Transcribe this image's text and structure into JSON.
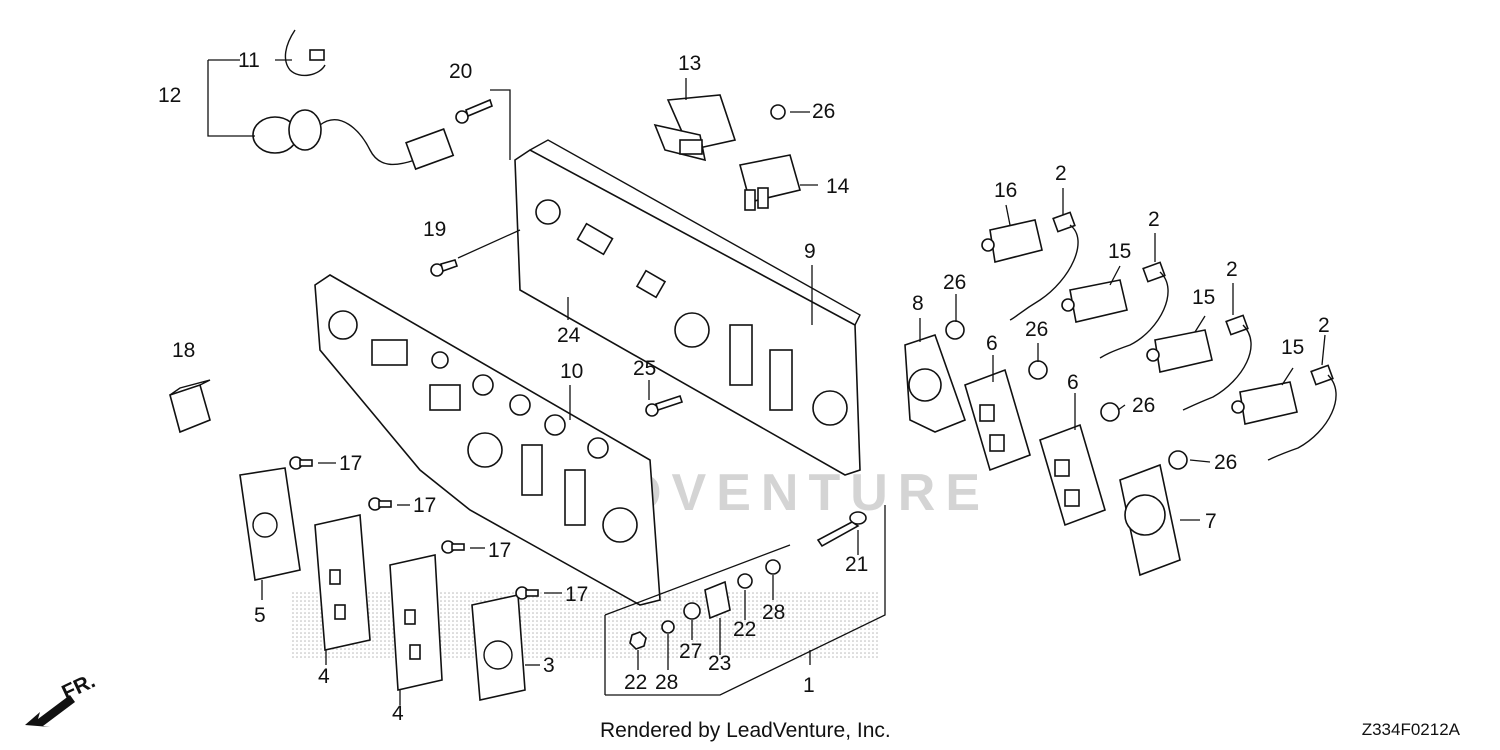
{
  "diagram": {
    "callouts": [
      {
        "id": "11",
        "label": "11"
      },
      {
        "id": "12",
        "label": "12"
      },
      {
        "id": "20",
        "label": "20"
      },
      {
        "id": "13",
        "label": "13"
      },
      {
        "id": "26a",
        "label": "26"
      },
      {
        "id": "14",
        "label": "14"
      },
      {
        "id": "19",
        "label": "19"
      },
      {
        "id": "16",
        "label": "16"
      },
      {
        "id": "2a",
        "label": "2"
      },
      {
        "id": "2b",
        "label": "2"
      },
      {
        "id": "2c",
        "label": "2"
      },
      {
        "id": "2d",
        "label": "2"
      },
      {
        "id": "15a",
        "label": "15"
      },
      {
        "id": "15b",
        "label": "15"
      },
      {
        "id": "15c",
        "label": "15"
      },
      {
        "id": "9",
        "label": "9"
      },
      {
        "id": "8",
        "label": "8"
      },
      {
        "id": "26b",
        "label": "26"
      },
      {
        "id": "26c",
        "label": "26"
      },
      {
        "id": "26d",
        "label": "26"
      },
      {
        "id": "26e",
        "label": "26"
      },
      {
        "id": "6a",
        "label": "6"
      },
      {
        "id": "6b",
        "label": "6"
      },
      {
        "id": "24",
        "label": "24"
      },
      {
        "id": "18",
        "label": "18"
      },
      {
        "id": "10",
        "label": "10"
      },
      {
        "id": "25",
        "label": "25"
      },
      {
        "id": "17a",
        "label": "17"
      },
      {
        "id": "17b",
        "label": "17"
      },
      {
        "id": "17c",
        "label": "17"
      },
      {
        "id": "17d",
        "label": "17"
      },
      {
        "id": "7",
        "label": "7"
      },
      {
        "id": "21",
        "label": "21"
      },
      {
        "id": "5",
        "label": "5"
      },
      {
        "id": "4a",
        "label": "4"
      },
      {
        "id": "4b",
        "label": "4"
      },
      {
        "id": "3",
        "label": "3"
      },
      {
        "id": "22a",
        "label": "22"
      },
      {
        "id": "22b",
        "label": "22"
      },
      {
        "id": "28a",
        "label": "28"
      },
      {
        "id": "28b",
        "label": "28"
      },
      {
        "id": "27",
        "label": "27"
      },
      {
        "id": "23",
        "label": "23"
      },
      {
        "id": "1",
        "label": "1"
      }
    ],
    "direction_label": "FR.",
    "watermark": "LEADVENTURE"
  },
  "footer": {
    "credit": "Rendered by LeadVenture, Inc.",
    "diagram_code": "Z334F0212A"
  }
}
